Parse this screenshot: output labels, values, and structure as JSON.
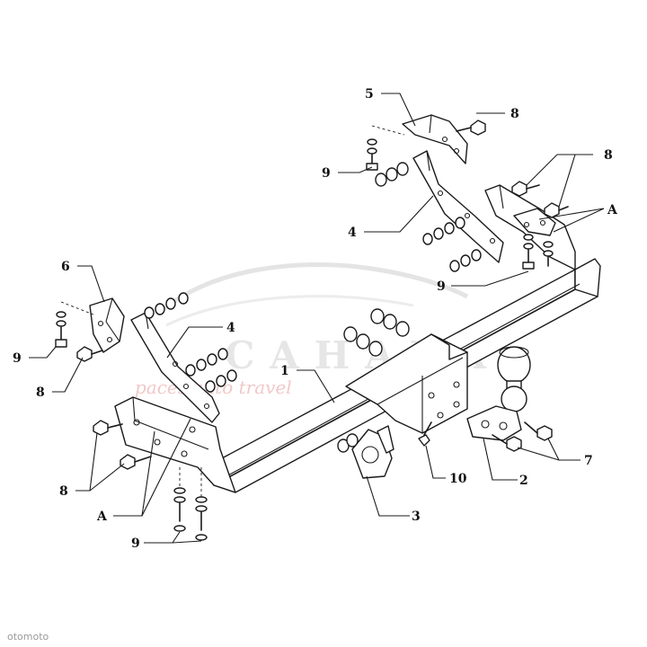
{
  "watermark": {
    "brand": "САНАБА",
    "tagline": "paces auto travel"
  },
  "footer_mark": "otomoto",
  "callouts": {
    "c1": "1",
    "c2": "2",
    "c3": "3",
    "c4a": "4",
    "c4b": "4",
    "c5": "5",
    "c6": "6",
    "c7": "7",
    "c8a": "8",
    "c8b": "8",
    "c8c": "8",
    "c8d": "8",
    "c9a": "9",
    "c9b": "9",
    "c9c": "9",
    "c9d": "9",
    "c10": "10",
    "cAa": "A",
    "cAb": "A"
  }
}
